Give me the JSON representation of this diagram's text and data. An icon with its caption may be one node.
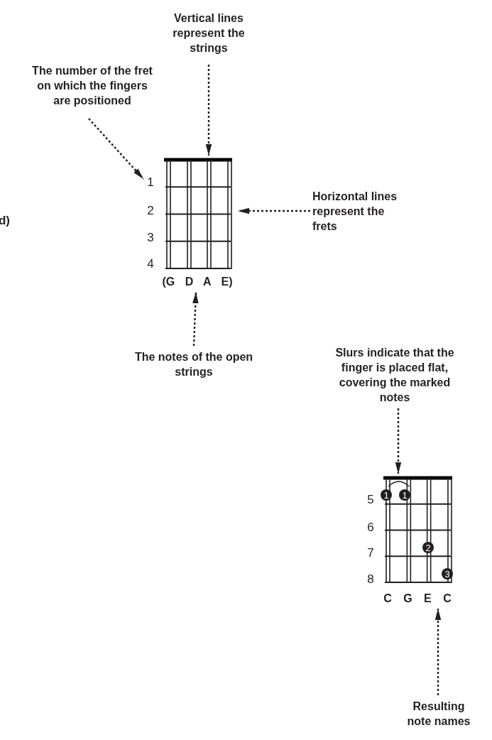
{
  "diagram": {
    "nodes": [
      {
        "text": [
          "Vertical lines represent the strings"
        ]
      },
      {
        "text": [
          "The number of the fret on which the fingers are positioned"
        ]
      },
      {
        "text": [
          "Horizontal lines represent the frets"
        ]
      },
      {
        "text": [],
        "shape": "box"
      },
      {
        "text": [
          "1"
        ]
      },
      {
        "text": [
          "(G D A E)"
        ]
      },
      {
        "text": [
          "The notes of the open strings"
        ]
      },
      {
        "text": [
          "Slurs indicate that the finger is placed flat, covering the marked notes"
        ]
      },
      {
        "text": [],
        "shape": "box"
      },
      {
        "text": [
          "C G E C"
        ]
      },
      {
        "text": [
          "Resulting note names"
        ]
      }
    ],
    "edges": [
      {
        "from": 0,
        "to": 3,
        "arrow": "to",
        "style": "dashed"
      },
      {
        "from": 1,
        "to": 4,
        "arrow": "to",
        "style": "dashed"
      },
      {
        "from": 2,
        "to": 3,
        "arrow": "to",
        "style": "dashed"
      },
      {
        "from": 6,
        "to": 5,
        "arrow": "to",
        "style": "dashed"
      },
      {
        "from": 7,
        "to": 8,
        "arrow": "to",
        "style": "dashed"
      },
      {
        "from": 10,
        "to": 9,
        "arrow": "to",
        "style": "dashed"
      }
    ],
    "labels": [
      "2",
      "d)",
      "3",
      "4",
      "5",
      "1",
      "1",
      "6",
      "7",
      "2",
      "8",
      "3"
    ]
  }
}
